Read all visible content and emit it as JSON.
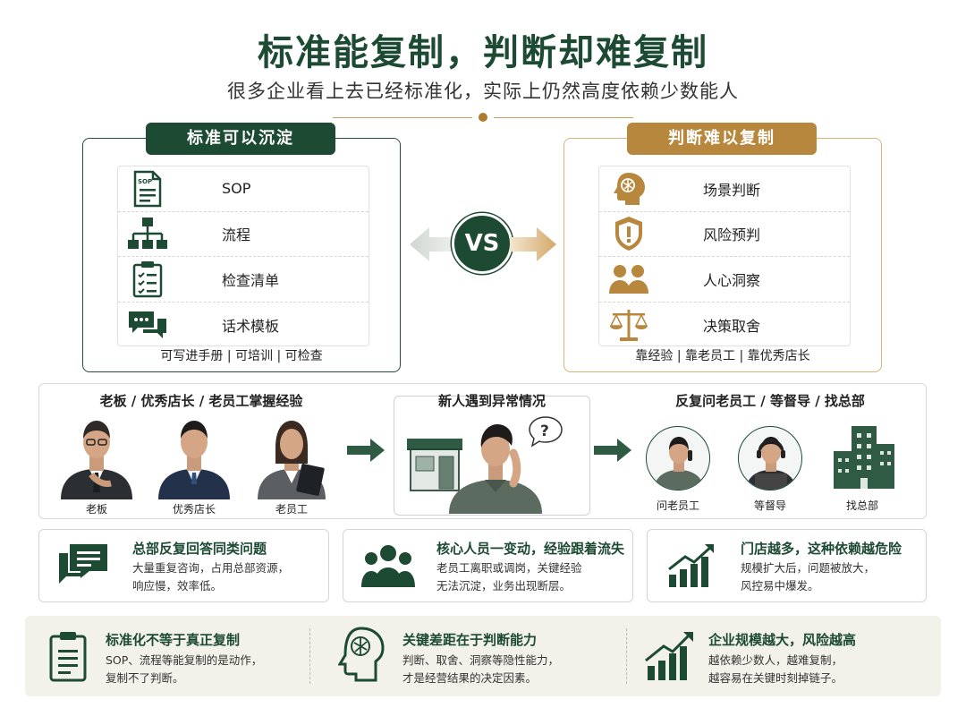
{
  "title": "标准能复制，判断却难复制",
  "subtitle": "很多企业看上去已经标准化，实际上仍然高度依赖少数能人",
  "left_panel": {
    "tag": "标准可以沉淀",
    "items": [
      {
        "label": "SOP",
        "icon": "sop-document-icon"
      },
      {
        "label": "流程",
        "icon": "org-chart-icon"
      },
      {
        "label": "检查清单",
        "icon": "checklist-icon"
      },
      {
        "label": "话术模板",
        "icon": "chat-bubbles-icon"
      }
    ],
    "footer": "可写进手册 | 可培训 | 可检查"
  },
  "vs_label": "VS",
  "right_panel": {
    "tag": "判断难以复制",
    "items": [
      {
        "label": "场景判断",
        "icon": "brain-icon"
      },
      {
        "label": "风险预判",
        "icon": "warning-shield-icon"
      },
      {
        "label": "人心洞察",
        "icon": "people-icon"
      },
      {
        "label": "决策取舍",
        "icon": "scales-icon"
      }
    ],
    "footer": "靠经验 | 靠老员工 | 靠优秀店长"
  },
  "flow": {
    "left_heading": "老板 / 优秀店长 / 老员工掌握经验",
    "left_people": [
      "老板",
      "优秀店长",
      "老员工"
    ],
    "middle_heading": "新人遇到异常情况",
    "middle_bubble": "?",
    "right_heading": "反复问老员工 / 等督导 / 找总部",
    "right_items": [
      "问老员工",
      "等督导",
      "找总部"
    ]
  },
  "problems": [
    {
      "title": "总部反复回答同类问题",
      "desc1": "大量重复咨询，占用总部资源，",
      "desc2": "响应慢，效率低。",
      "icon": "chat-icon"
    },
    {
      "title": "核心人员一变动，经验跟着流失",
      "desc1": "老员工离职或调岗，关键经验",
      "desc2": "无法沉淀，业务出现断层。",
      "icon": "team-icon"
    },
    {
      "title": "门店越多，这种依赖越危险",
      "desc1": "规模扩大后，问题被放大，",
      "desc2": "风控易中爆发。",
      "icon": "growth-chart-icon"
    }
  ],
  "summary": [
    {
      "title": "标准化不等于真正复制",
      "desc1": "SOP、流程等能复制的是动作，",
      "desc2": "复制不了判断。",
      "icon": "clipboard-icon"
    },
    {
      "title": "关键差距在于判断能力",
      "desc1": "判断、取舍、洞察等隐性能力，",
      "desc2": "才是经营结果的决定因素。",
      "icon": "head-brain-icon"
    },
    {
      "title": "企业规模越大，风险越高",
      "desc1": "越依赖少数人，越难复制，",
      "desc2": "越容易在关键时刻掉链子。",
      "icon": "trend-up-icon"
    }
  ],
  "colors": {
    "green": "#1d4a33",
    "gold": "#b8873e"
  }
}
